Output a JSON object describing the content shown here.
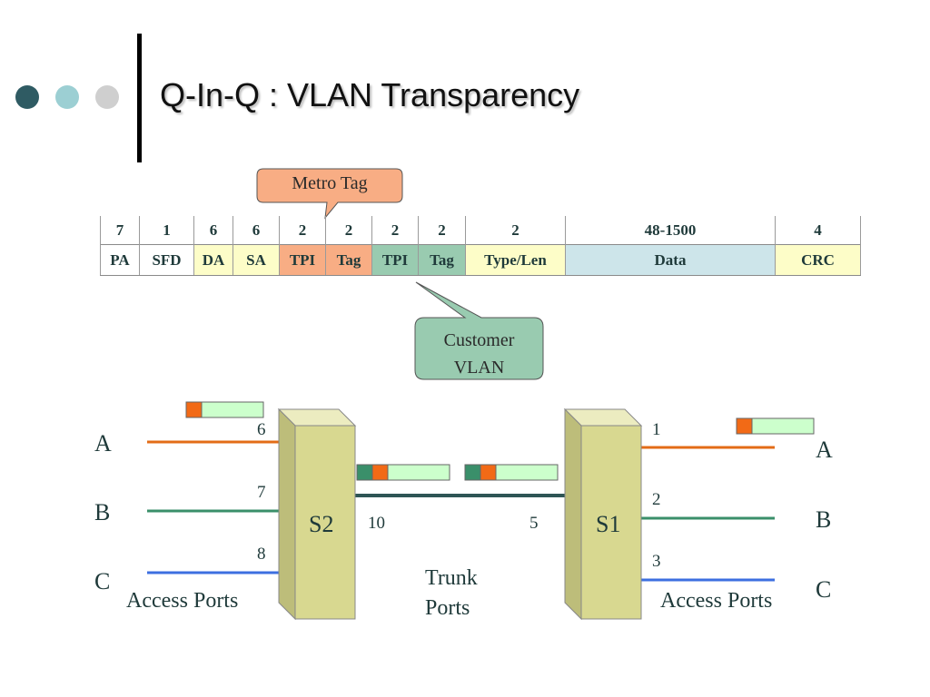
{
  "title": "Q-In-Q : VLAN Transparency",
  "callouts": {
    "metro": "Metro Tag",
    "customer_line1": "Customer",
    "customer_line2": "VLAN"
  },
  "frame": {
    "lengths": [
      "7",
      "1",
      "6",
      "6",
      "2",
      "2",
      "2",
      "2",
      "2",
      "48-1500",
      "4"
    ],
    "fields": [
      "PA",
      "SFD",
      "DA",
      "SA",
      "TPI",
      "Tag",
      "TPI",
      "Tag",
      "Type/Len",
      "Data",
      "CRC"
    ]
  },
  "switches": {
    "s2": "S2",
    "s1": "S1"
  },
  "left_hosts": [
    "A",
    "B",
    "C"
  ],
  "right_hosts": [
    "A",
    "B",
    "C"
  ],
  "s2_ports": [
    "6",
    "7",
    "8"
  ],
  "s2_trunk_port": "10",
  "s1_trunk_port": "5",
  "s1_ports": [
    "1",
    "2",
    "3"
  ],
  "access_ports_left": "Access Ports",
  "access_ports_right": "Access Ports",
  "trunk_label_line1": "Trunk",
  "trunk_label_line2": "Ports",
  "colors": {
    "host_a": "#e36c17",
    "host_b": "#3a8f6a",
    "host_c": "#3d6fe0",
    "trunk": "#2e5555",
    "switch_face": "#d8d890",
    "metro_tag": "#f8ad84",
    "customer_tag": "#99cbb0"
  }
}
